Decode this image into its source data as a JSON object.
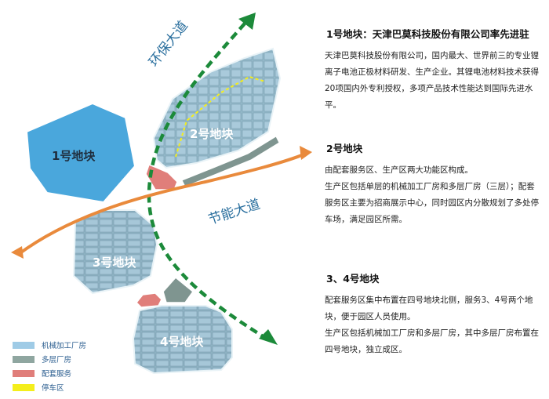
{
  "map": {
    "roads": {
      "huanbao": "环保大道",
      "jieneng": "节能大道"
    },
    "plots": {
      "p1": "1号地块",
      "p2": "2号地块",
      "p3": "3号地块",
      "p4": "4号地块"
    }
  },
  "legend": {
    "items": [
      {
        "label": "机械加工厂房",
        "color": "#9fcbe6"
      },
      {
        "label": "多层厂房",
        "color": "#8fa6a0"
      },
      {
        "label": "配套服务",
        "color": "#e07e7a"
      },
      {
        "label": "停车区",
        "color": "#f4ee1c"
      }
    ]
  },
  "sections": [
    {
      "title": "1号地块：天津巴莫科技股份有限公司率先进驻",
      "paragraphs": [
        "天津巴莫科技股份有限公司，国内最大、世界前三的专业锂离子电池正极材料研发、生产企业。其锂电池材料技术获得20项国内外专利授权，多项产品技术性能达到国际先进水平。"
      ]
    },
    {
      "title": "2号地块",
      "paragraphs": [
        "由配套服务区、生产区两大功能区构成。",
        "生产区包括单层的机械加工厂房和多层厂房（三层）；配套服务区主要为招商展示中心，同时园区内分散规划了多处停车场，满足园区所需。"
      ]
    },
    {
      "title": "3、4号地块",
      "paragraphs": [
        "配套服务区集中布置在四号地块北侧，服务3、4号两个地块，便于园区人员使用。",
        "生产区包括机械加工厂房和多层厂房，其中多层厂房布置在四号地块，独立成区。"
      ]
    }
  ]
}
